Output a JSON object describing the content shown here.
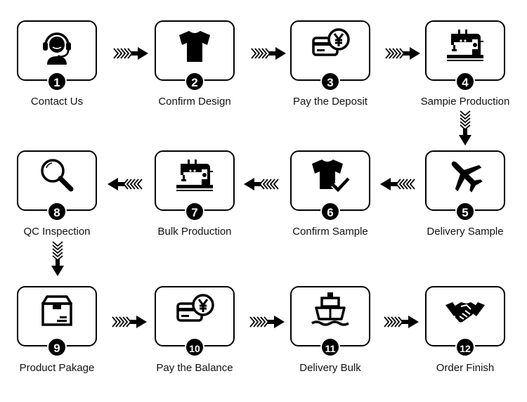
{
  "steps": [
    {
      "num": "1",
      "label": "Contact Us",
      "icon": "headset-icon"
    },
    {
      "num": "2",
      "label": "Confirm Design",
      "icon": "tshirt-icon"
    },
    {
      "num": "3",
      "label": "Pay the Deposit",
      "icon": "yen-card-icon"
    },
    {
      "num": "4",
      "label": "Sampie Production",
      "icon": "sewing-machine-icon"
    },
    {
      "num": "5",
      "label": "Delivery Sample",
      "icon": "airplane-icon"
    },
    {
      "num": "6",
      "label": "Confirm Sample",
      "icon": "tshirt-check-icon"
    },
    {
      "num": "7",
      "label": "Bulk Production",
      "icon": "sewing-machine-icon"
    },
    {
      "num": "8",
      "label": "QC Inspection",
      "icon": "magnifier-icon"
    },
    {
      "num": "9",
      "label": "Product Pakage",
      "icon": "package-box-icon"
    },
    {
      "num": "10",
      "label": "Pay the Balance",
      "icon": "yen-card-icon"
    },
    {
      "num": "11",
      "label": "Delivery Bulk",
      "icon": "cargo-ship-icon"
    },
    {
      "num": "12",
      "label": "Order Finish",
      "icon": "handshake-icon"
    }
  ],
  "colors": {
    "ink": "#000000",
    "background": "#ffffff"
  }
}
